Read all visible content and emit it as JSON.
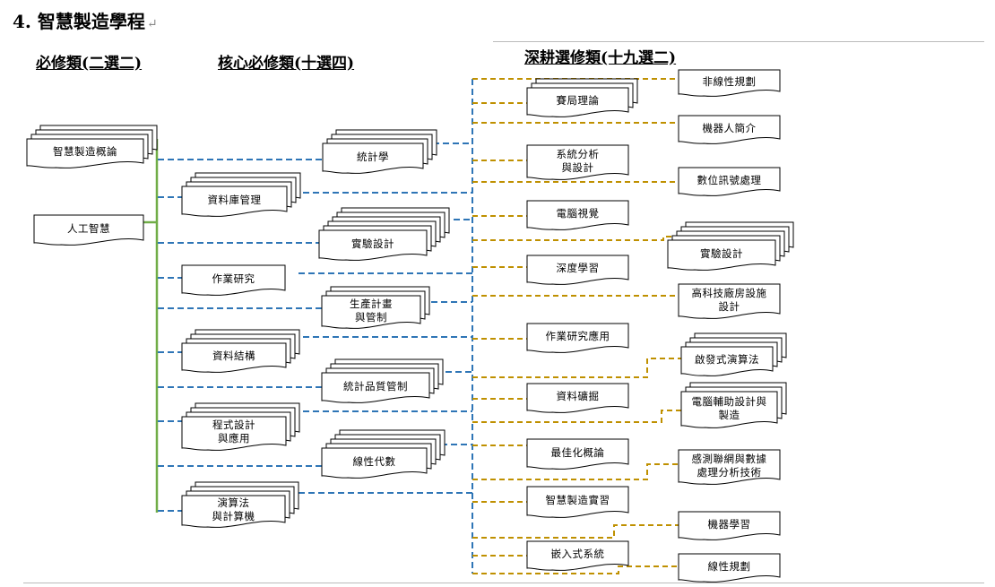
{
  "title": "4. 智慧製造學程",
  "title_mark": "↵",
  "headers": {
    "required": "必修類(二選二)",
    "core": "核心必修類(十選四)",
    "elective": "深耕選修類(十九選二)"
  },
  "colors": {
    "green": "#70ad47",
    "blue": "#2e75b6",
    "gold": "#bf9000"
  },
  "required": [
    {
      "id": "r1",
      "label": "智慧製造概論"
    },
    {
      "id": "r2",
      "label": "人工智慧"
    }
  ],
  "core": [
    {
      "id": "c1",
      "label": "統計學"
    },
    {
      "id": "c2",
      "label": "資料庫管理"
    },
    {
      "id": "c3",
      "label": "實驗設計"
    },
    {
      "id": "c4",
      "label": "作業研究"
    },
    {
      "id": "c5",
      "label": "生產計畫\n與管制"
    },
    {
      "id": "c6",
      "label": "資料結構"
    },
    {
      "id": "c7",
      "label": "統計品質管制"
    },
    {
      "id": "c8",
      "label": "程式設計\n與應用"
    },
    {
      "id": "c9",
      "label": "線性代數"
    },
    {
      "id": "c10",
      "label": "演算法\n與計算機"
    }
  ],
  "elective_mid": [
    {
      "id": "m1",
      "label": "賽局理論"
    },
    {
      "id": "m2",
      "label": "系統分析\n與設計"
    },
    {
      "id": "m3",
      "label": "電腦視覺"
    },
    {
      "id": "m4",
      "label": "深度學習"
    },
    {
      "id": "m5",
      "label": "作業研究應用"
    },
    {
      "id": "m6",
      "label": "資料礦掘"
    },
    {
      "id": "m7",
      "label": "最佳化概論"
    },
    {
      "id": "m8",
      "label": "智慧製造實習"
    },
    {
      "id": "m9",
      "label": "嵌入式系統"
    }
  ],
  "elective_right": [
    {
      "id": "e1",
      "label": "非線性規劃"
    },
    {
      "id": "e2",
      "label": "機器人簡介"
    },
    {
      "id": "e3",
      "label": "數位訊號處理"
    },
    {
      "id": "e4",
      "label": "實驗設計"
    },
    {
      "id": "e5",
      "label": "高科技廠房設施\n設計"
    },
    {
      "id": "e6",
      "label": "啟發式演算法"
    },
    {
      "id": "e7",
      "label": "電腦輔助設計與\n製造"
    },
    {
      "id": "e8",
      "label": "感測聯網與數據\n處理分析技術"
    },
    {
      "id": "e9",
      "label": "機器學習"
    },
    {
      "id": "e10",
      "label": "線性規劃"
    }
  ]
}
